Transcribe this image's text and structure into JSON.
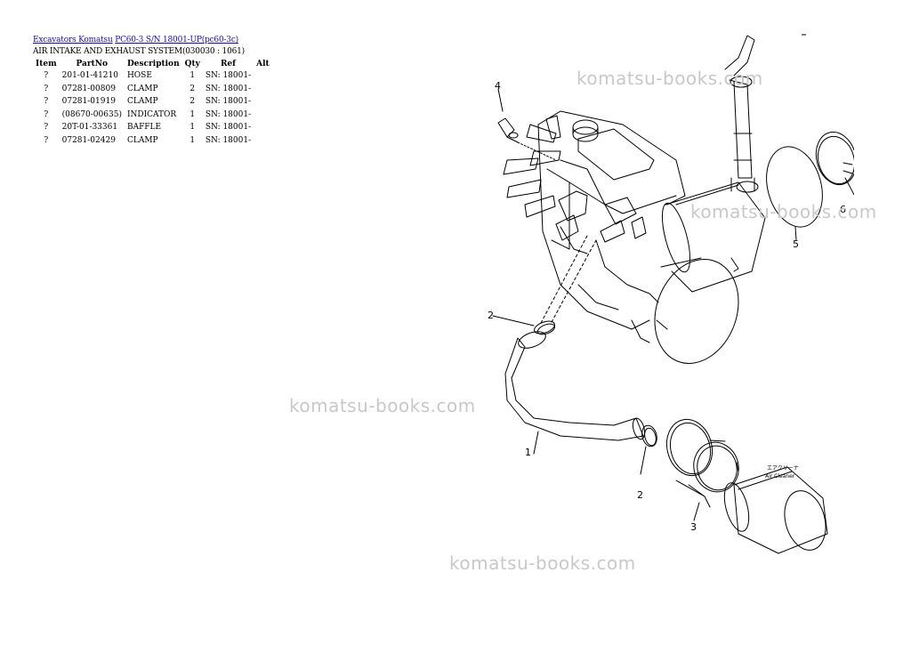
{
  "breadcrumb": {
    "category": "Excavators Komatsu",
    "model": "PC60-3 S/N 18001-UP(pc60-3c)"
  },
  "section_title": "AIR INTAKE AND EXHAUST SYSTEM(030030 : 1061)",
  "table": {
    "headers": [
      "Item",
      "PartNo",
      "Description",
      "Qty",
      "Ref",
      "Alt"
    ],
    "rows": [
      {
        "item": "?",
        "part": "201-01-41210",
        "desc": "HOSE",
        "qty": "1",
        "ref": "SN: 18001-",
        "alt": ""
      },
      {
        "item": "?",
        "part": "07281-00809",
        "desc": "CLAMP",
        "qty": "2",
        "ref": "SN: 18001-",
        "alt": ""
      },
      {
        "item": "?",
        "part": "07281-01919",
        "desc": "CLAMP",
        "qty": "2",
        "ref": "SN: 18001-",
        "alt": ""
      },
      {
        "item": "?",
        "part": "(08670-00635)",
        "desc": "INDICATOR",
        "qty": "1",
        "ref": "SN: 18001-",
        "alt": ""
      },
      {
        "item": "?",
        "part": "20T-01-33361",
        "desc": "BAFFLE",
        "qty": "1",
        "ref": "SN: 18001-",
        "alt": ""
      },
      {
        "item": "?",
        "part": "07281-02429",
        "desc": "CLAMP",
        "qty": "1",
        "ref": "SN: 18001-",
        "alt": ""
      }
    ]
  },
  "watermark": "komatsu-books.com",
  "diagram": {
    "callouts": {
      "c1": "1",
      "c2a": "2",
      "c2b": "2",
      "c3": "3",
      "c4": "4",
      "c5": "5",
      "c6": "6"
    },
    "air_cleaner_label_jp": "エアクリーナ",
    "air_cleaner_label_en": "Air Cleaner"
  }
}
